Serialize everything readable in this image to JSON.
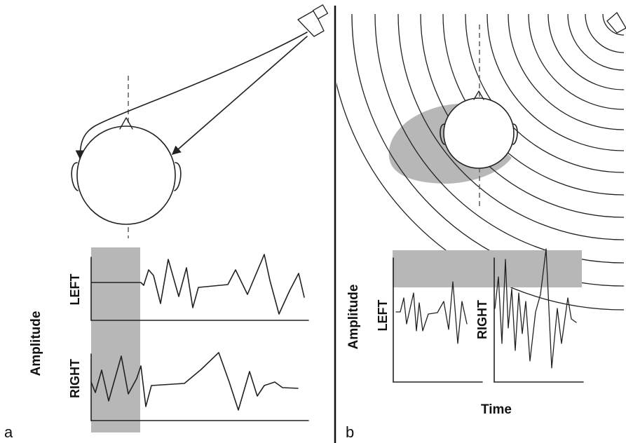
{
  "panels": {
    "a": {
      "panel_label": "a",
      "ylabel": "Amplitude",
      "channels": {
        "left": "LEFT",
        "right": "RIGHT"
      }
    },
    "b": {
      "panel_label": "b",
      "ylabel": "Amplitude",
      "xlabel": "Time",
      "channels": {
        "left": "LEFT",
        "right": "RIGHT"
      }
    }
  },
  "colors": {
    "ink": "#222222",
    "shade": "#b7b7b7",
    "dashed_midline": "#666666",
    "divider": "#111111"
  },
  "icons": [
    "speaker-icon",
    "head-icon",
    "ear-icon",
    "nose-icon",
    "arrow-icon",
    "sound-wavefront-icon",
    "acoustic-shadow"
  ]
}
